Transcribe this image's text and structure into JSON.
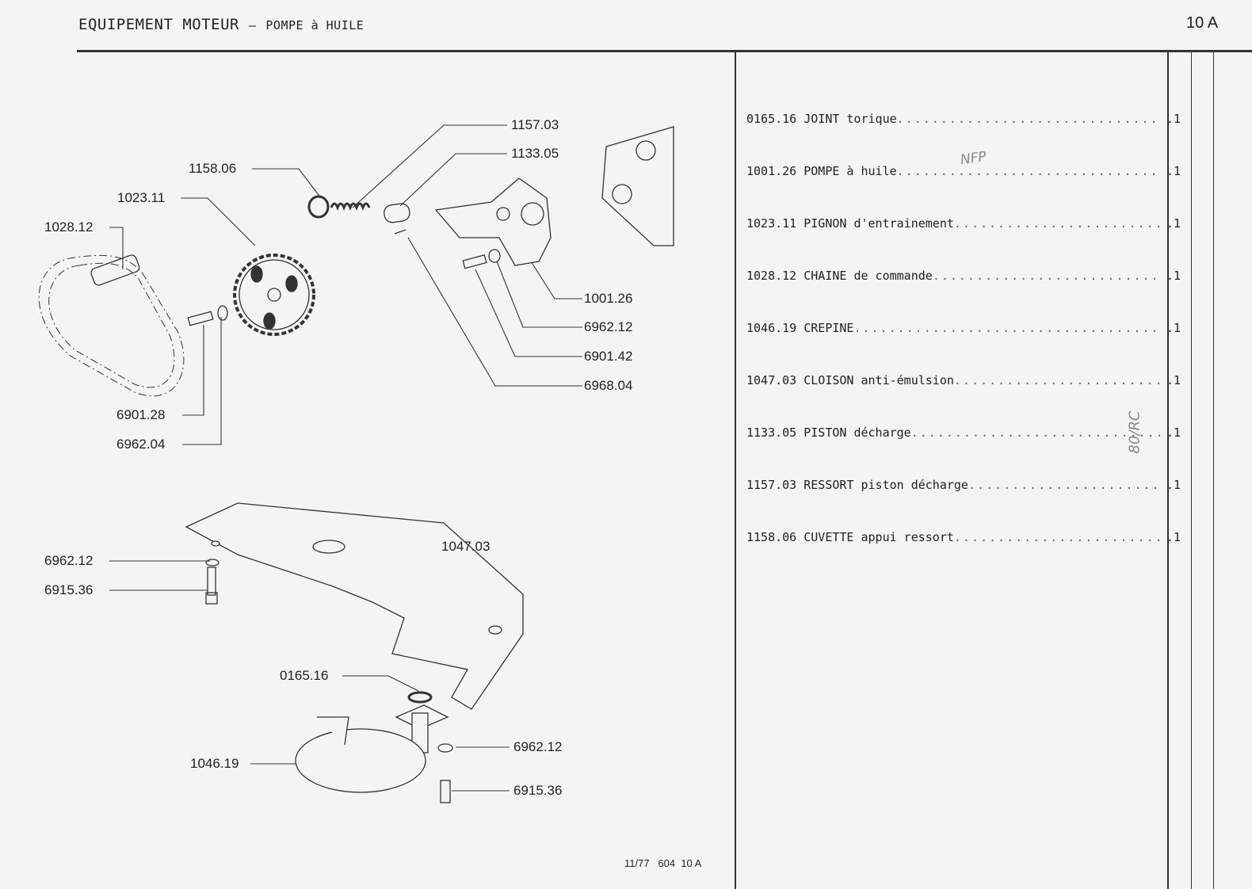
{
  "header": {
    "title": "EQUIPEMENT MOTEUR",
    "separator": "–",
    "subtitle": "POMPE à HUILE",
    "page_ref": "10 A"
  },
  "callouts": [
    "1157.03",
    "1133.05",
    "1158.06",
    "1023.11",
    "1028.12",
    "1001.26",
    "6962.12",
    "6901.42",
    "6968.04",
    "6901.28",
    "6962.04",
    "1047.03",
    "6962.12",
    "6915.36",
    "0165.16",
    "6962.12",
    "1046.19",
    "6915.36"
  ],
  "parts": [
    {
      "ref": "0165.16",
      "name": "JOINT torique",
      "qty": ".1"
    },
    {
      "ref": "1001.26",
      "name": "POMPE à huile",
      "qty": ".1"
    },
    {
      "ref": "1023.11",
      "name": "PIGNON d'entrainement",
      "qty": ".1"
    },
    {
      "ref": "1028.12",
      "name": "CHAINE de commande",
      "qty": ".1"
    },
    {
      "ref": "1046.19",
      "name": "CREPINE",
      "qty": ".1"
    },
    {
      "ref": "1047.03",
      "name": "CLOISON anti-émulsion",
      "qty": ".1"
    },
    {
      "ref": "1133.05",
      "name": "PISTON décharge",
      "qty": ".1"
    },
    {
      "ref": "1157.03",
      "name": "RESSORT piston décharge",
      "qty": ".1"
    },
    {
      "ref": "1158.06",
      "name": "CUVETTE appui ressort",
      "qty": ".1"
    }
  ],
  "handwritten": {
    "note1": "NFP",
    "note2": "80/RC"
  },
  "footer": "11/77   604  10 A"
}
